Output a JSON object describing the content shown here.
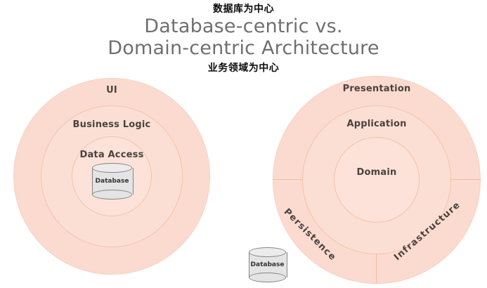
{
  "title": {
    "main": "Database-centric vs.\nDomain-centric Architecture",
    "annotation_top": "数据库为中心",
    "annotation_bottom": "业务领域为中心"
  },
  "colors": {
    "ring_outer_fill": "#fbdbcf",
    "ring_mid_fill": "#fcdfd4",
    "ring_inner_fill": "#fce2d8",
    "ring_stroke": "#f3c3a8",
    "label_text": "#4a4240",
    "title_text": "#6f6f6f",
    "annotation_text": "#0b0b0b",
    "db_fill": "#e4e4e4",
    "db_stroke": "#868686",
    "background": "#ffffff"
  },
  "left_diagram": {
    "name": "database-centric-architecture",
    "layers": [
      {
        "id": "ui",
        "label": "UI",
        "ring": "outer"
      },
      {
        "id": "business-logic",
        "label": "Business Logic",
        "ring": "middle"
      },
      {
        "id": "data-access",
        "label": "Data Access",
        "ring": "inner"
      }
    ],
    "database": {
      "label": "Database"
    }
  },
  "right_diagram": {
    "name": "domain-centric-architecture",
    "layers": [
      {
        "id": "presentation",
        "label": "Presentation",
        "ring": "outer",
        "sector": "top"
      },
      {
        "id": "persistence",
        "label": "Persistence",
        "ring": "outer",
        "sector": "bottom-left"
      },
      {
        "id": "infrastructure",
        "label": "Infrastructure",
        "ring": "outer",
        "sector": "bottom-right"
      },
      {
        "id": "application",
        "label": "Application",
        "ring": "middle"
      },
      {
        "id": "domain",
        "label": "Domain",
        "ring": "inner"
      }
    ],
    "database": {
      "label": "Database"
    }
  }
}
